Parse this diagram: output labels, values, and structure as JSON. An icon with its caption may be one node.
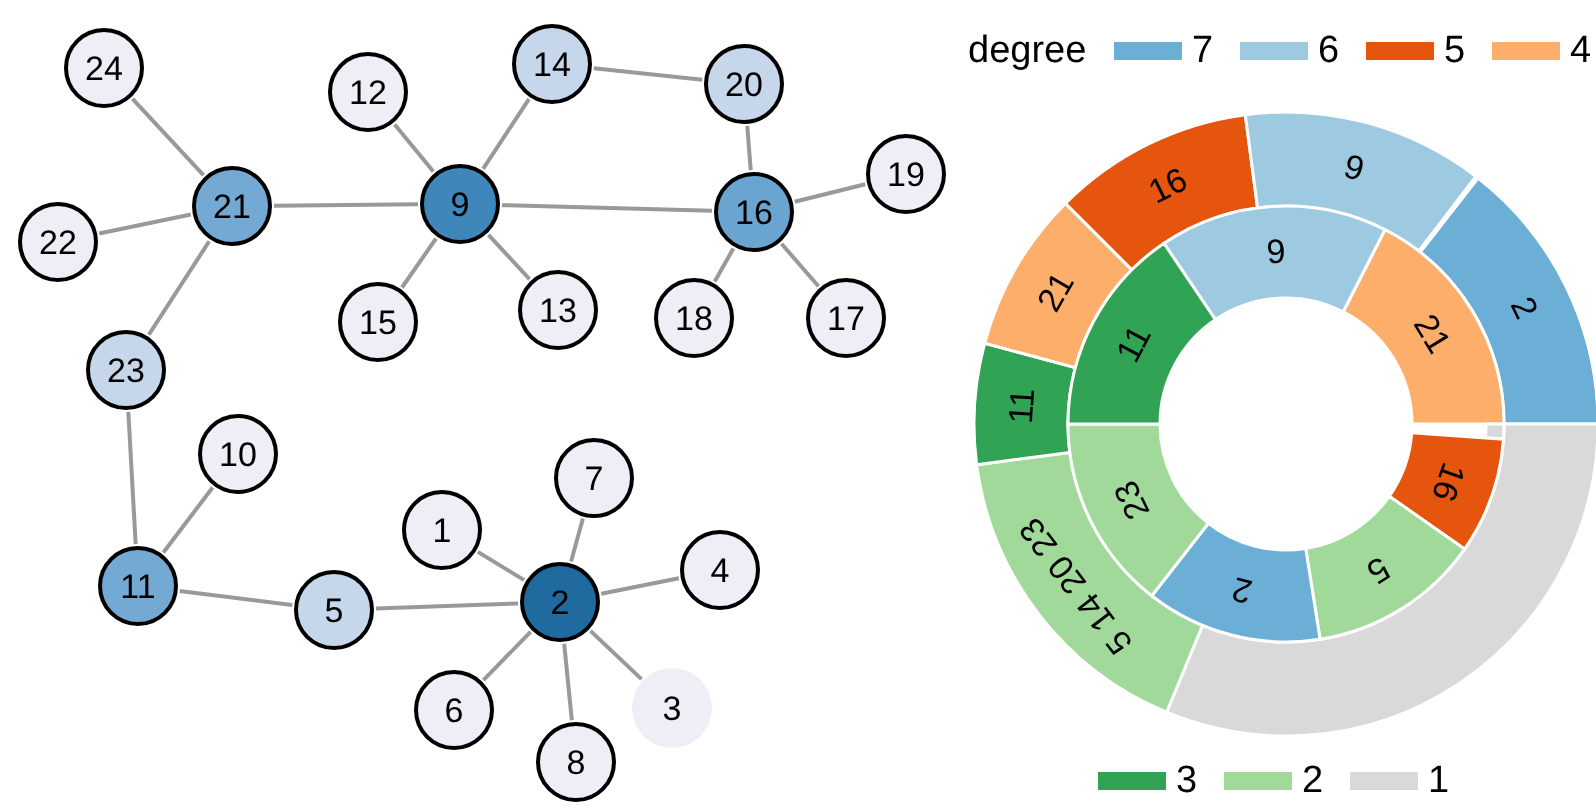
{
  "diagram": {
    "nodes": [
      {
        "text": [
          "24"
        ]
      },
      {
        "text": [
          "12"
        ]
      },
      {
        "text": [
          "14"
        ]
      },
      {
        "text": [
          "20"
        ]
      },
      {
        "text": [
          "19"
        ]
      },
      {
        "text": [
          "21"
        ]
      },
      {
        "text": [
          "9"
        ]
      },
      {
        "text": [
          "16"
        ]
      },
      {
        "text": [
          "22"
        ]
      },
      {
        "text": [
          "15"
        ]
      },
      {
        "text": [
          "13"
        ]
      },
      {
        "text": [
          "18"
        ]
      },
      {
        "text": [
          "17"
        ]
      },
      {
        "text": [
          "23"
        ]
      },
      {
        "text": [
          "10"
        ]
      },
      {
        "text": [
          "1"
        ]
      },
      {
        "text": [
          "7"
        ]
      },
      {
        "text": [
          "4"
        ]
      },
      {
        "text": [
          "11"
        ]
      },
      {
        "text": [
          "5"
        ]
      },
      {
        "text": [
          "2"
        ]
      },
      {
        "text": [
          "6"
        ]
      },
      {
        "text": [
          "3"
        ]
      },
      {
        "text": [
          "8"
        ]
      }
    ],
    "edges": [
      {
        "from": 0,
        "to": 5,
        "arrow": "none"
      },
      {
        "from": 8,
        "to": 5,
        "arrow": "none"
      },
      {
        "from": 5,
        "to": 6,
        "arrow": "none"
      },
      {
        "from": 5,
        "to": 13,
        "arrow": "none"
      },
      {
        "from": 1,
        "to": 6,
        "arrow": "none"
      },
      {
        "from": 2,
        "to": 6,
        "arrow": "none"
      },
      {
        "from": 9,
        "to": 6,
        "arrow": "none"
      },
      {
        "from": 10,
        "to": 6,
        "arrow": "none"
      },
      {
        "from": 6,
        "to": 7,
        "arrow": "none"
      },
      {
        "from": 2,
        "to": 3,
        "arrow": "none"
      },
      {
        "from": 3,
        "to": 7,
        "arrow": "none"
      },
      {
        "from": 4,
        "to": 7,
        "arrow": "none"
      },
      {
        "from": 11,
        "to": 7,
        "arrow": "none"
      },
      {
        "from": 12,
        "to": 7,
        "arrow": "none"
      },
      {
        "from": 13,
        "to": 18,
        "arrow": "none"
      },
      {
        "from": 14,
        "to": 18,
        "arrow": "none"
      },
      {
        "from": 18,
        "to": 19,
        "arrow": "none"
      },
      {
        "from": 19,
        "to": 20,
        "arrow": "none"
      },
      {
        "from": 15,
        "to": 20,
        "arrow": "none"
      },
      {
        "from": 16,
        "to": 20,
        "arrow": "none"
      },
      {
        "from": 17,
        "to": 20,
        "arrow": "none"
      },
      {
        "from": 21,
        "to": 20,
        "arrow": "none"
      },
      {
        "from": 23,
        "to": 20,
        "arrow": "none"
      },
      {
        "from": 22,
        "to": 20,
        "arrow": "none"
      }
    ],
    "labels": [
      "degree",
      "9",
      "16",
      "2",
      "21",
      "11",
      "5 14 20 23",
      "9",
      "21",
      "11",
      "23",
      "16",
      "5",
      "2"
    ],
    "legend": [
      {
        "text": "7",
        "color": "#6baed6"
      },
      {
        "text": "6",
        "color": "#9ecae1"
      },
      {
        "text": "5",
        "color": "#e6550d"
      },
      {
        "text": "4",
        "color": "#fdae6b"
      },
      {
        "text": "3",
        "color": "#31a354"
      },
      {
        "text": "2",
        "color": "#a1d99b"
      },
      {
        "text": "1",
        "color": "#d9d9d9"
      }
    ]
  }
}
